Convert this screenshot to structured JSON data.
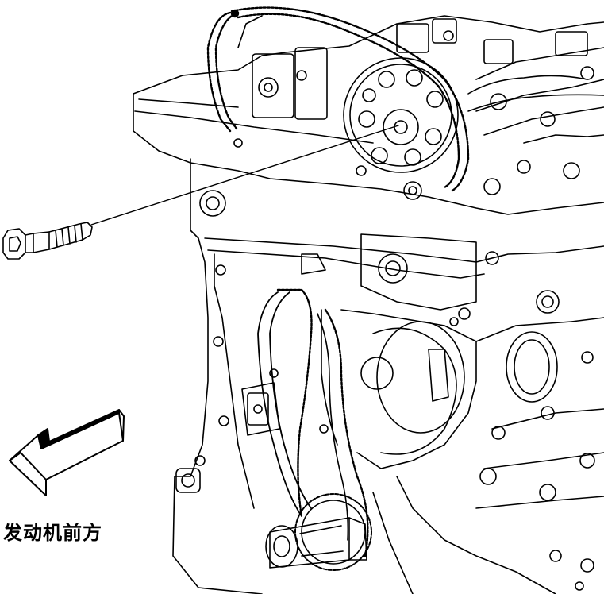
{
  "diagram": {
    "direction_label": "发动机前方",
    "callouts": [
      "camshaft-sprocket-bolt"
    ],
    "arrow_direction": "front-left"
  }
}
